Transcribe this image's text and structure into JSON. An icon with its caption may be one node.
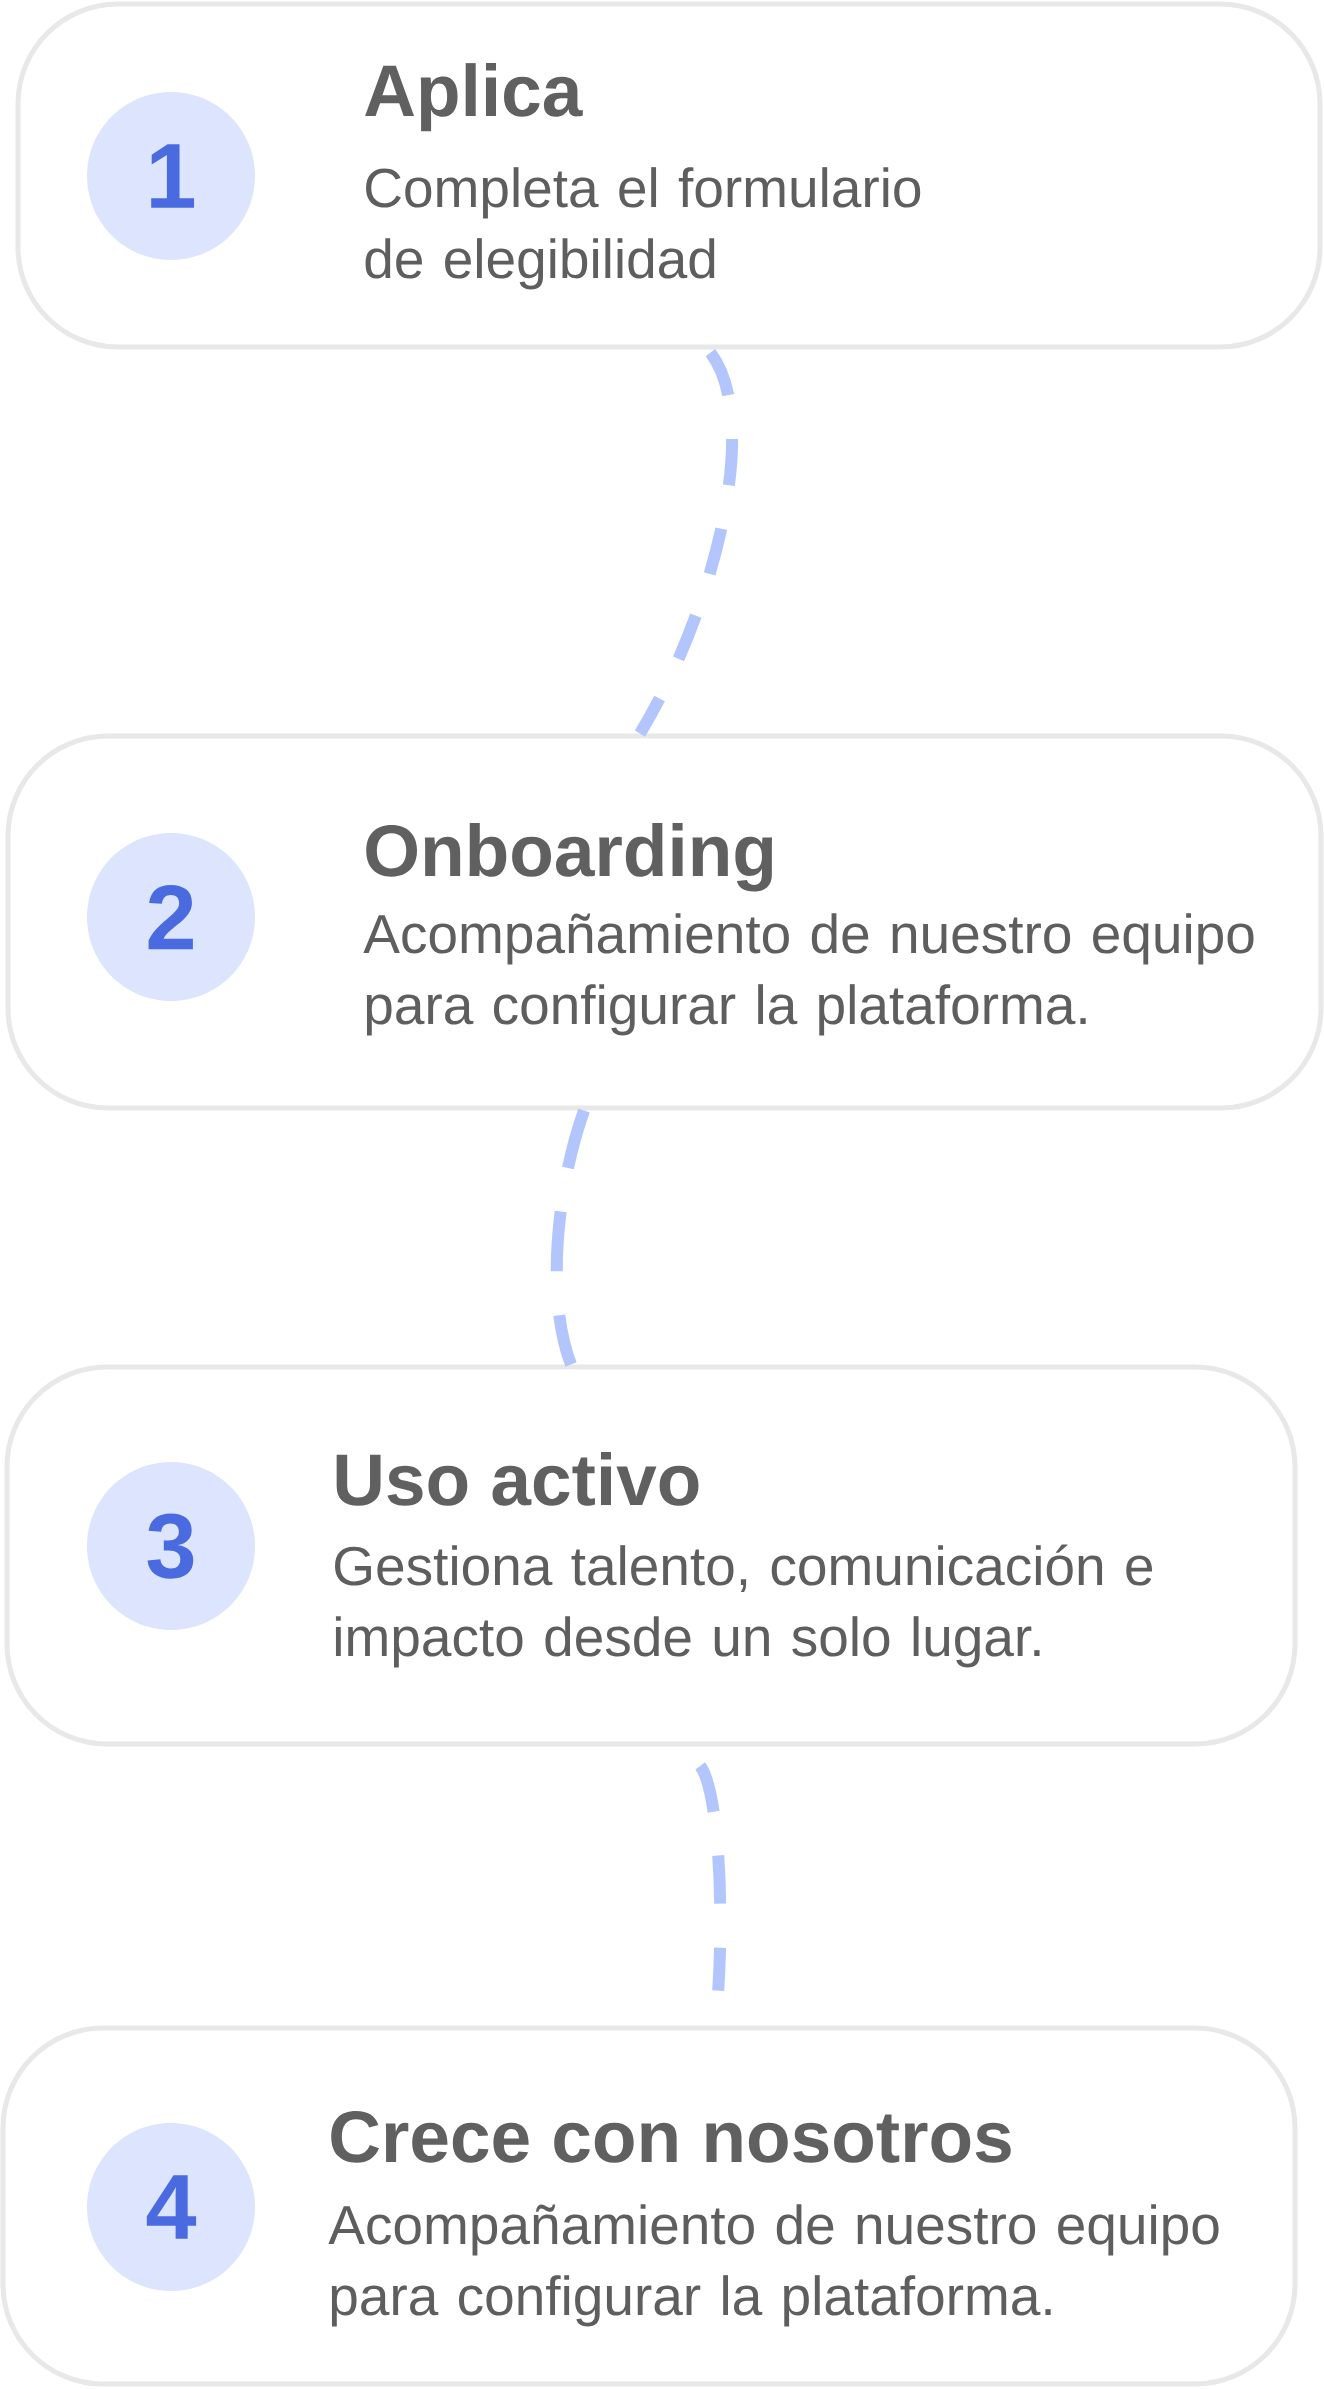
{
  "diagram": {
    "nodes": [
      {
        "text": [
          "Aplica",
          "Completa el formulario de elegibilidad"
        ]
      },
      {
        "text": [
          "1"
        ],
        "in": 0
      },
      {
        "text": [
          "Onboarding",
          "Acompañamiento de nuestro equipo para configurar la plataforma."
        ]
      },
      {
        "text": [
          "2"
        ],
        "in": 2
      },
      {
        "text": [
          "Uso activo",
          "Gestiona talento, comunicación e impacto desde un solo lugar."
        ]
      },
      {
        "text": [
          "3"
        ],
        "in": 4
      },
      {
        "text": [
          "Crece con nosotros",
          "Acompañamiento de nuestro equipo para configurar la plataforma."
        ]
      },
      {
        "text": [
          "4"
        ],
        "in": 6
      }
    ],
    "edges": [
      {
        "from": 0,
        "to": 2,
        "arrow": "none",
        "style": "dashed"
      },
      {
        "from": 2,
        "to": 4,
        "arrow": "none",
        "style": "dashed"
      },
      {
        "from": 4,
        "to": 6,
        "arrow": "none",
        "style": "dashed"
      }
    ]
  }
}
